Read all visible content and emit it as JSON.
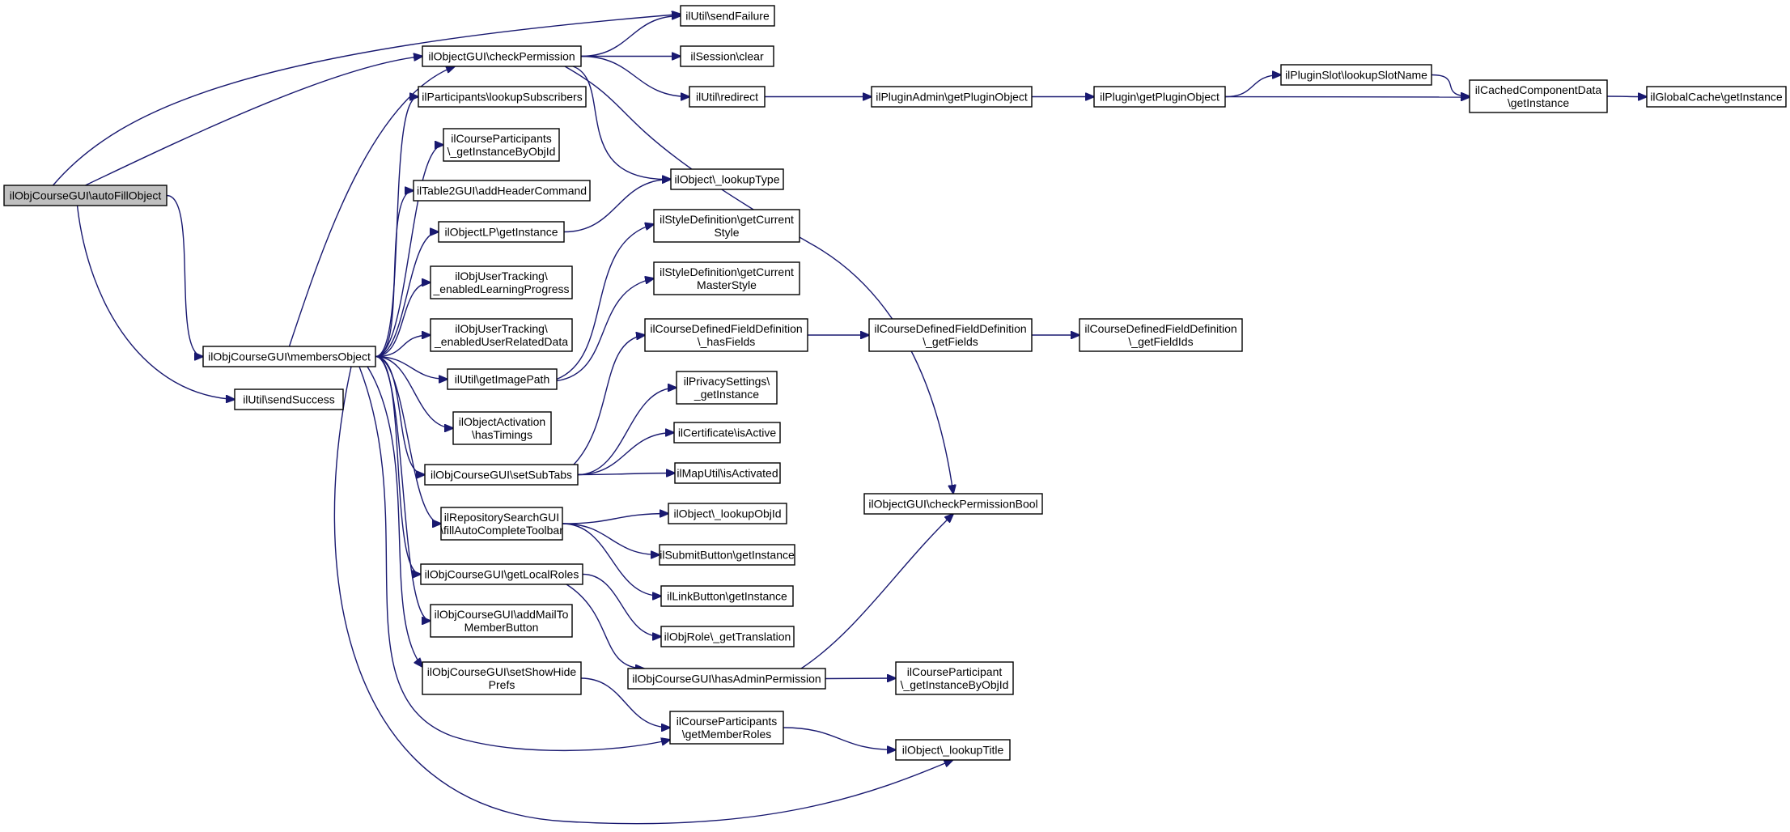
{
  "chart_data": {
    "type": "call-graph",
    "colors": {
      "edge": "#191970",
      "root_fill": "#bfbfbf",
      "node_fill": "#ffffff",
      "node_border": "#000000"
    },
    "nodes": [
      {
        "id": "autoFill",
        "lines": [
          "ilObjCourseGUI\\autoFillObject"
        ],
        "root": true
      },
      {
        "id": "sendFailure",
        "lines": [
          "ilUtil\\sendFailure"
        ]
      },
      {
        "id": "checkPermission",
        "lines": [
          "ilObjectGUI\\checkPermission"
        ]
      },
      {
        "id": "sessionClear",
        "lines": [
          "ilSession\\clear"
        ]
      },
      {
        "id": "redirect",
        "lines": [
          "ilUtil\\redirect"
        ]
      },
      {
        "id": "getPluginObject",
        "lines": [
          "ilPluginAdmin\\getPluginObject"
        ]
      },
      {
        "id": "pluginGetPluginObject",
        "lines": [
          "ilPlugin\\getPluginObject"
        ]
      },
      {
        "id": "lookupSlotName",
        "lines": [
          "ilPluginSlot\\lookupSlotName"
        ]
      },
      {
        "id": "cachedGetInstance",
        "lines": [
          "ilCachedComponentData",
          "\\getInstance"
        ]
      },
      {
        "id": "globalCache",
        "lines": [
          "ilGlobalCache\\getInstance"
        ]
      },
      {
        "id": "lookupSubscribers",
        "lines": [
          "ilParticipants\\lookupSubscribers"
        ]
      },
      {
        "id": "cpGetInstanceByObjId",
        "lines": [
          "ilCourseParticipants",
          "\\_getInstanceByObjId"
        ]
      },
      {
        "id": "addHeaderCommand",
        "lines": [
          "ilTable2GUI\\addHeaderCommand"
        ]
      },
      {
        "id": "lookupType",
        "lines": [
          "ilObject\\_lookupType"
        ]
      },
      {
        "id": "lpGetInstance",
        "lines": [
          "ilObjectLP\\getInstance"
        ]
      },
      {
        "id": "getCurrentStyle",
        "lines": [
          "ilStyleDefinition\\getCurrent",
          "Style"
        ]
      },
      {
        "id": "enabledLearningProgress",
        "lines": [
          "ilObjUserTracking\\",
          "_enabledLearningProgress"
        ]
      },
      {
        "id": "getCurrentMasterStyle",
        "lines": [
          "ilStyleDefinition\\getCurrent",
          "MasterStyle"
        ]
      },
      {
        "id": "hasFields",
        "lines": [
          "ilCourseDefinedFieldDefinition",
          "\\_hasFields"
        ]
      },
      {
        "id": "getFields",
        "lines": [
          "ilCourseDefinedFieldDefinition",
          "\\_getFields"
        ]
      },
      {
        "id": "getFieldIds",
        "lines": [
          "ilCourseDefinedFieldDefinition",
          "\\_getFieldIds"
        ]
      },
      {
        "id": "enabledUserRelatedData",
        "lines": [
          "ilObjUserTracking\\",
          "_enabledUserRelatedData"
        ]
      },
      {
        "id": "membersObject",
        "lines": [
          "ilObjCourseGUI\\membersObject"
        ]
      },
      {
        "id": "getImagePath",
        "lines": [
          "ilUtil\\getImagePath"
        ]
      },
      {
        "id": "privacyGetInstance",
        "lines": [
          "ilPrivacySettings\\",
          "_getInstance"
        ]
      },
      {
        "id": "sendSuccess",
        "lines": [
          "ilUtil\\sendSuccess"
        ]
      },
      {
        "id": "hasTimings",
        "lines": [
          "ilObjectActivation",
          "\\hasTimings"
        ]
      },
      {
        "id": "certIsActive",
        "lines": [
          "ilCertificate\\isActive"
        ]
      },
      {
        "id": "setSubTabs",
        "lines": [
          "ilObjCourseGUI\\setSubTabs"
        ]
      },
      {
        "id": "mapIsActivated",
        "lines": [
          "ilMapUtil\\isActivated"
        ]
      },
      {
        "id": "checkPermissionBool",
        "lines": [
          "ilObjectGUI\\checkPermissionBool"
        ]
      },
      {
        "id": "fillAutoComplete",
        "lines": [
          "ilRepositorySearchGUI",
          "\\fillAutoCompleteToolbar"
        ]
      },
      {
        "id": "lookupObjId",
        "lines": [
          "ilObject\\_lookupObjId"
        ]
      },
      {
        "id": "submitGetInstance",
        "lines": [
          "ilSubmitButton\\getInstance"
        ]
      },
      {
        "id": "getLocalRoles",
        "lines": [
          "ilObjCourseGUI\\getLocalRoles"
        ]
      },
      {
        "id": "linkGetInstance",
        "lines": [
          "ilLinkButton\\getInstance"
        ]
      },
      {
        "id": "addMailTo",
        "lines": [
          "ilObjCourseGUI\\addMailTo",
          "MemberButton"
        ]
      },
      {
        "id": "getTranslation",
        "lines": [
          "ilObjRole\\_getTranslation"
        ]
      },
      {
        "id": "setShowHide",
        "lines": [
          "ilObjCourseGUI\\setShowHide",
          "Prefs"
        ]
      },
      {
        "id": "hasAdminPermission",
        "lines": [
          "ilObjCourseGUI\\hasAdminPermission"
        ]
      },
      {
        "id": "cpartGetInstance",
        "lines": [
          "ilCourseParticipant",
          "\\_getInstanceByObjId"
        ]
      },
      {
        "id": "getMemberRoles",
        "lines": [
          "ilCourseParticipants",
          "\\getMemberRoles"
        ]
      },
      {
        "id": "lookupTitle",
        "lines": [
          "ilObject\\_lookupTitle"
        ]
      }
    ],
    "edges": [
      [
        "autoFill",
        "sendFailure"
      ],
      [
        "autoFill",
        "checkPermission"
      ],
      [
        "autoFill",
        "membersObject"
      ],
      [
        "autoFill",
        "sendSuccess"
      ],
      [
        "checkPermission",
        "sendFailure"
      ],
      [
        "checkPermission",
        "sessionClear"
      ],
      [
        "checkPermission",
        "redirect"
      ],
      [
        "checkPermission",
        "lookupType"
      ],
      [
        "checkPermission",
        "checkPermissionBool"
      ],
      [
        "redirect",
        "getPluginObject"
      ],
      [
        "getPluginObject",
        "pluginGetPluginObject"
      ],
      [
        "pluginGetPluginObject",
        "lookupSlotName"
      ],
      [
        "pluginGetPluginObject",
        "cachedGetInstance"
      ],
      [
        "lookupSlotName",
        "cachedGetInstance"
      ],
      [
        "cachedGetInstance",
        "globalCache"
      ],
      [
        "lpGetInstance",
        "lookupType"
      ],
      [
        "membersObject",
        "checkPermission"
      ],
      [
        "membersObject",
        "lookupSubscribers"
      ],
      [
        "membersObject",
        "cpGetInstanceByObjId"
      ],
      [
        "membersObject",
        "addHeaderCommand"
      ],
      [
        "membersObject",
        "lpGetInstance"
      ],
      [
        "membersObject",
        "enabledLearningProgress"
      ],
      [
        "membersObject",
        "enabledUserRelatedData"
      ],
      [
        "membersObject",
        "getImagePath"
      ],
      [
        "membersObject",
        "hasTimings"
      ],
      [
        "membersObject",
        "setSubTabs"
      ],
      [
        "membersObject",
        "fillAutoComplete"
      ],
      [
        "membersObject",
        "getLocalRoles"
      ],
      [
        "membersObject",
        "addMailTo"
      ],
      [
        "membersObject",
        "setShowHide"
      ],
      [
        "membersObject",
        "getMemberRoles"
      ],
      [
        "membersObject",
        "lookupTitle"
      ],
      [
        "getImagePath",
        "getCurrentStyle"
      ],
      [
        "getImagePath",
        "getCurrentMasterStyle"
      ],
      [
        "setSubTabs",
        "hasFields"
      ],
      [
        "setSubTabs",
        "privacyGetInstance"
      ],
      [
        "setSubTabs",
        "certIsActive"
      ],
      [
        "setSubTabs",
        "mapIsActivated"
      ],
      [
        "hasFields",
        "getFields"
      ],
      [
        "getFields",
        "getFieldIds"
      ],
      [
        "fillAutoComplete",
        "lookupObjId"
      ],
      [
        "fillAutoComplete",
        "submitGetInstance"
      ],
      [
        "fillAutoComplete",
        "linkGetInstance"
      ],
      [
        "getLocalRoles",
        "getTranslation"
      ],
      [
        "getLocalRoles",
        "hasAdminPermission"
      ],
      [
        "hasAdminPermission",
        "checkPermissionBool"
      ],
      [
        "hasAdminPermission",
        "cpartGetInstance"
      ],
      [
        "setShowHide",
        "getMemberRoles"
      ],
      [
        "getMemberRoles",
        "lookupTitle"
      ]
    ]
  }
}
